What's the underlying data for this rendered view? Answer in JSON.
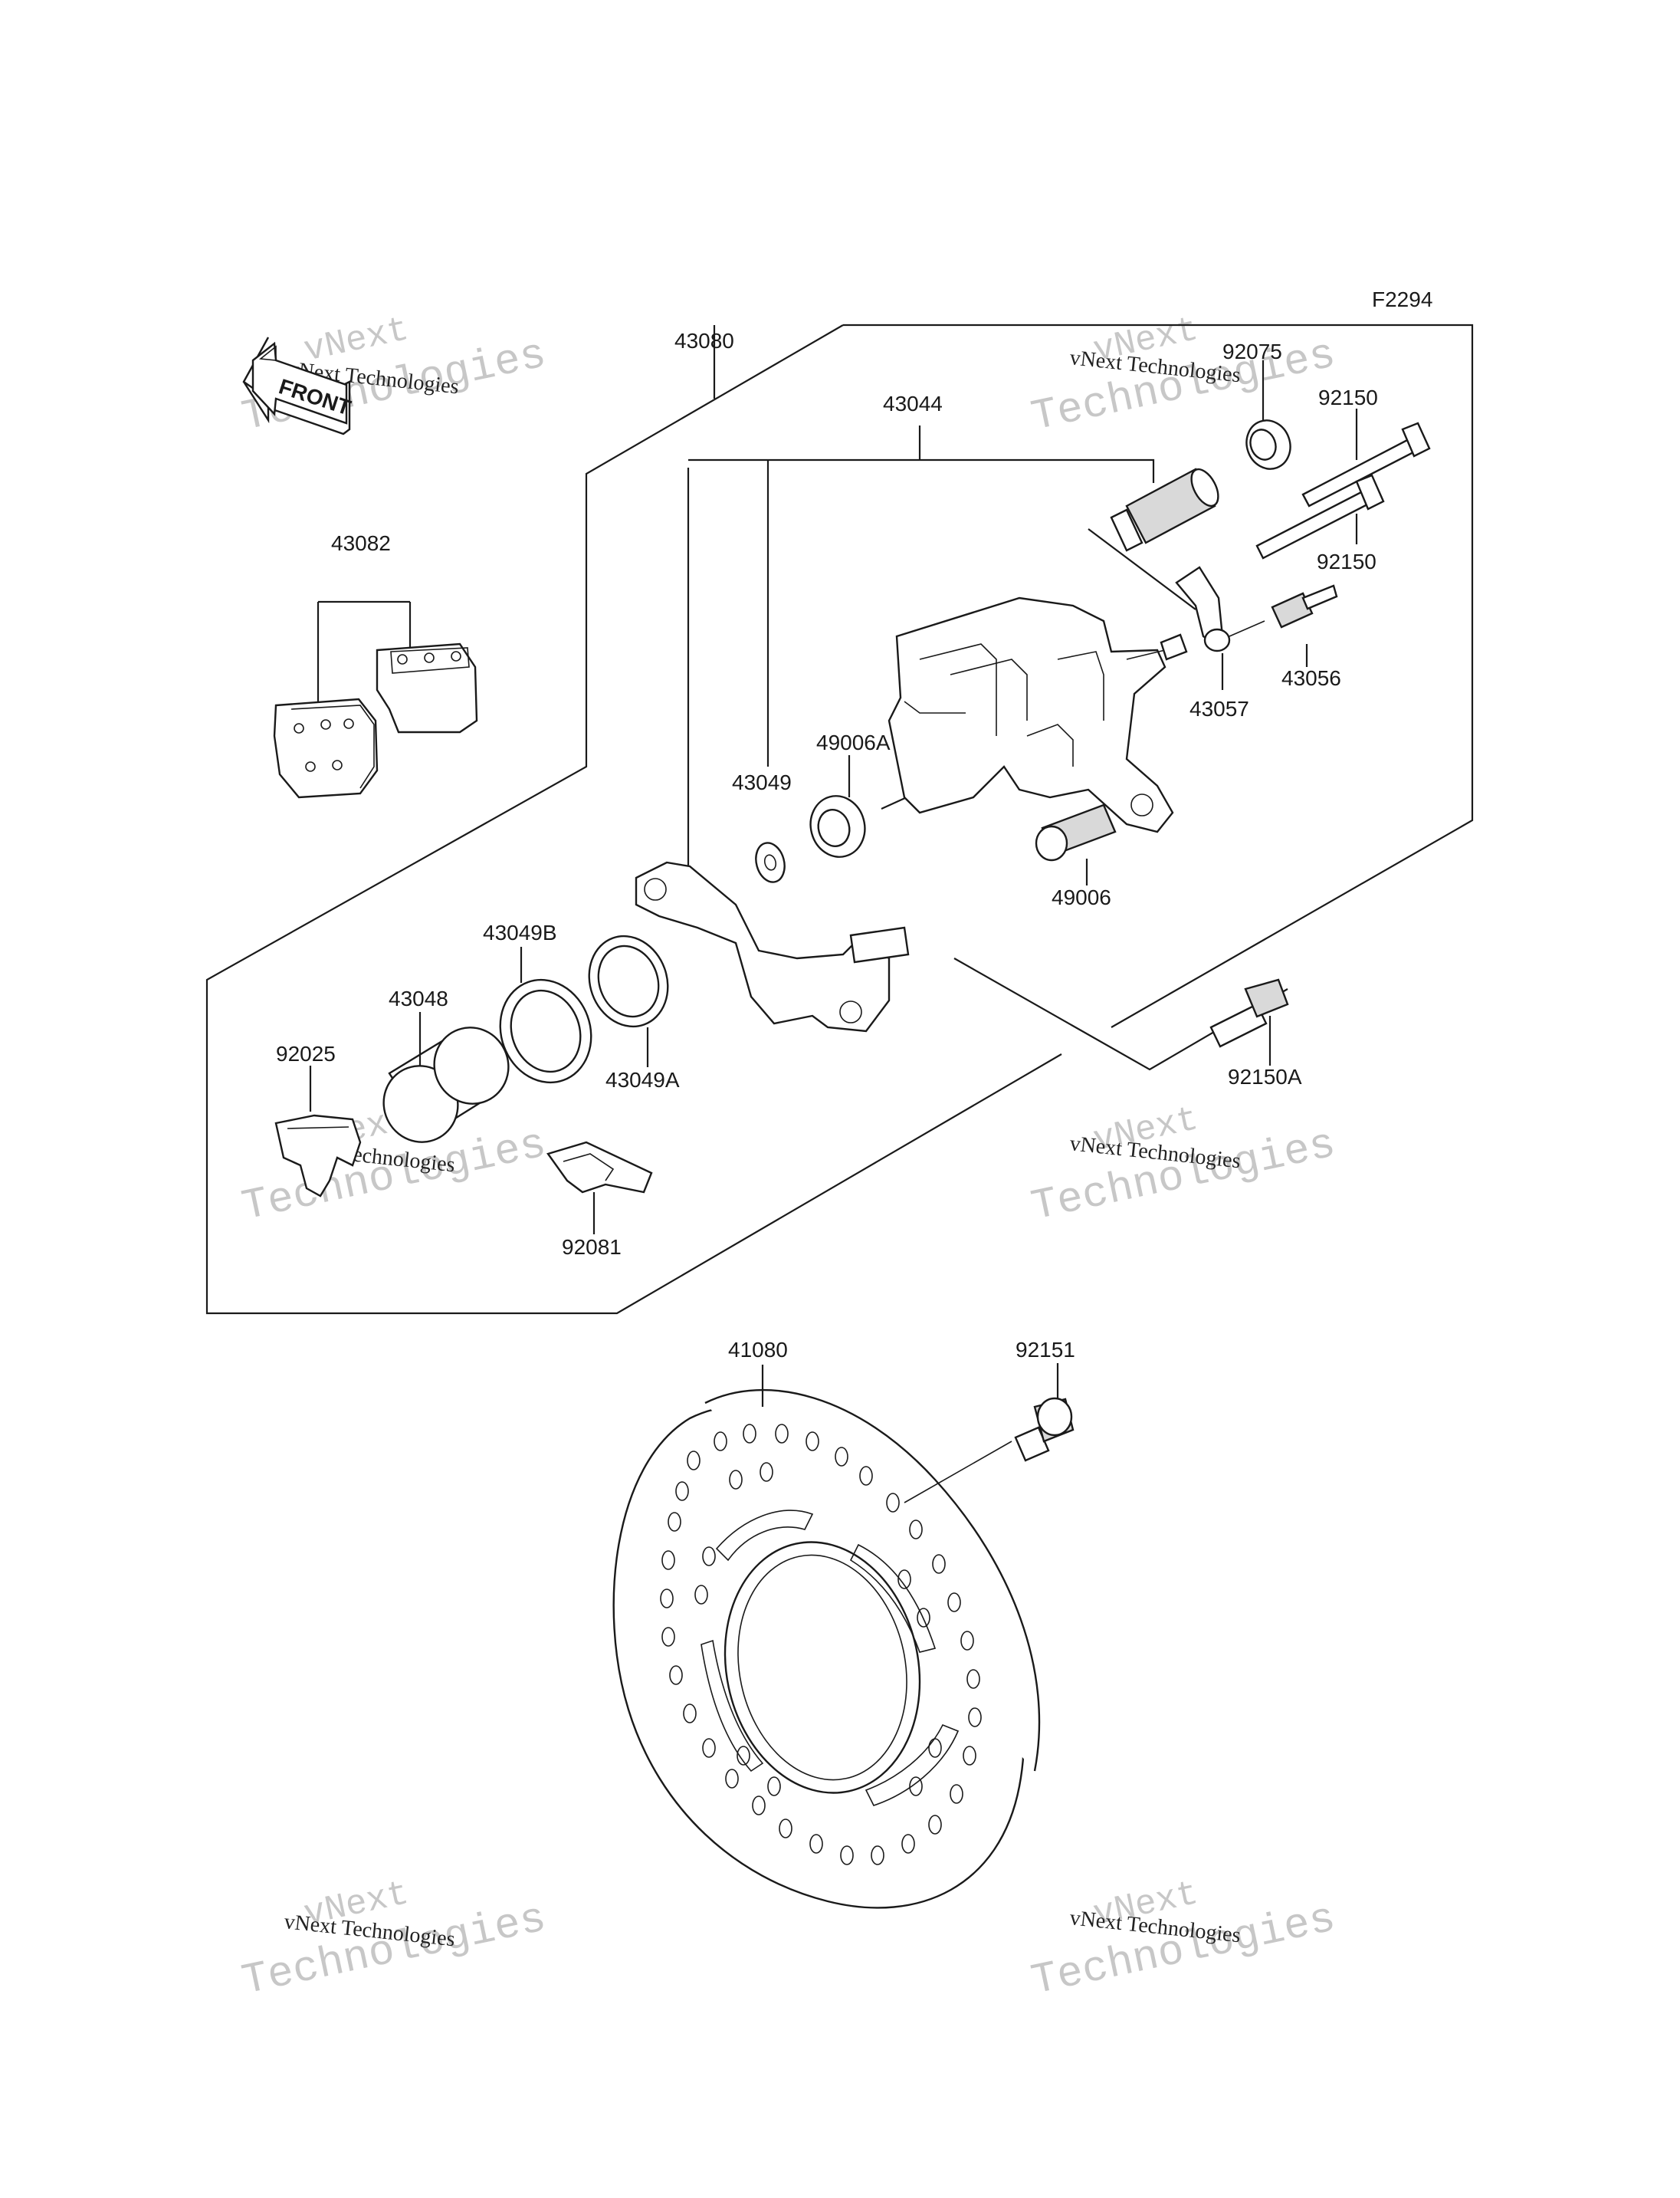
{
  "figure_code": "F2294",
  "front_badge": "FRONT",
  "watermark": {
    "line1": "vNext Technologies",
    "line2": "vNext",
    "line3": "Technologies"
  },
  "parts": {
    "43080": "43080",
    "43044": "43044",
    "43082": "43082",
    "92075": "92075",
    "92150_upper": "92150",
    "92150_lower": "92150",
    "43056": "43056",
    "43057": "43057",
    "49006A": "49006A",
    "43049": "43049",
    "49006": "49006",
    "43049B": "43049B",
    "43048": "43048",
    "43049A": "43049A",
    "92025": "92025",
    "92081": "92081",
    "92150A": "92150A",
    "41080": "41080",
    "92151": "92151"
  }
}
